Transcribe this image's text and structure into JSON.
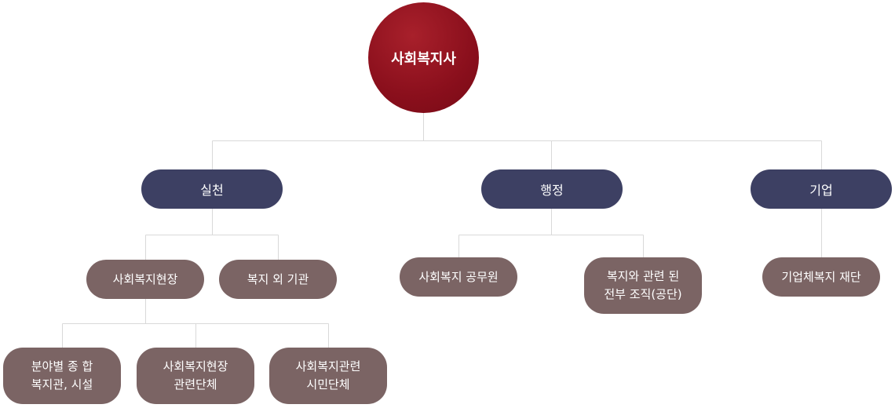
{
  "root": {
    "label": "사회복지사"
  },
  "categories": [
    {
      "label": "실천",
      "children": [
        {
          "label": "사회복지현장",
          "children": [
            {
              "label": "분야별 종 합\n복지관, 시설"
            },
            {
              "label": "사회복지현장\n관련단체"
            },
            {
              "label": "사회복지관련\n시민단체"
            }
          ]
        },
        {
          "label": "복지 외 기관"
        }
      ]
    },
    {
      "label": "행정",
      "children": [
        {
          "label": "사회복지 공무원"
        },
        {
          "label": "복지와 관련 된\n전부 조직(공단)"
        }
      ]
    },
    {
      "label": "기업",
      "children": [
        {
          "label": "기업체복지 재단"
        }
      ]
    }
  ],
  "colors": {
    "root": "#8a0f1c",
    "category": "#3d4063",
    "subnode": "#7b6464",
    "connector": "#d9d9d9"
  }
}
